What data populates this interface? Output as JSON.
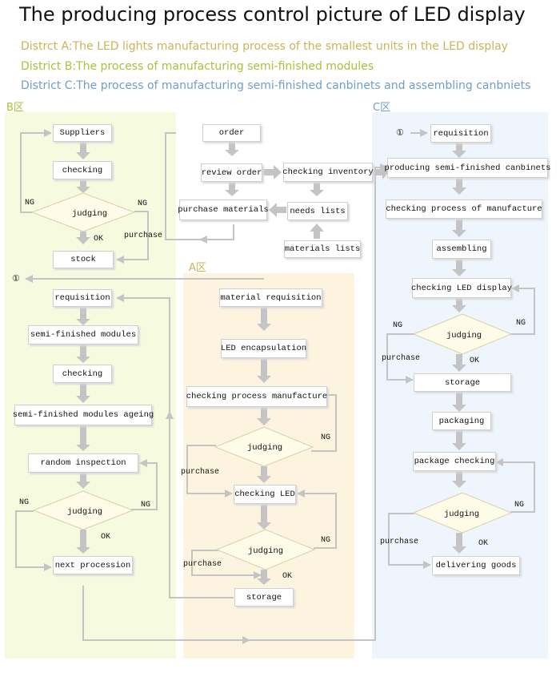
{
  "title": "The producing process control picture of LED display",
  "districts": {
    "a": "Distrct A:The LED lights manufacturing process of the smallest units in the LED display",
    "b": "District B:The process of manufacturing semi-finished modules",
    "c": "District C:The process of manufacturing semi-finished canbinets and assembling canbniets"
  },
  "zones": {
    "b": "B区",
    "a": "A区",
    "c": "C区"
  },
  "colors": {
    "zone_a": "#fdf4df",
    "zone_b": "#f6fadf",
    "zone_c": "#eef5fc",
    "arrow": "#c4c4c4"
  },
  "top": {
    "order": "order",
    "review_order": "review order",
    "checking_inventory": "checking inventory",
    "purchase_materials": "purchase materials",
    "needs_lists": "needs lists",
    "materials_lists": "materials lists"
  },
  "b": {
    "suppliers": "Suppliers",
    "checking1": "checking",
    "judging1": "judging",
    "ng1_left": "NG",
    "ng1_right": "NG",
    "ok1": "OK",
    "purchase1": "purchase",
    "stock": "stock",
    "ref1": "①",
    "requisition": "requisition",
    "semi_modules": "semi-finished modules",
    "checking2": "checking",
    "ageing": "semi-finished modules ageing",
    "random_inspection": "random inspection",
    "judging2": "judging",
    "ng2_left": "NG",
    "ng2_right": "NG",
    "ok2": "OK",
    "next_procession": "next procession"
  },
  "a": {
    "material_requisition": "material requisition",
    "led_encapsulation": "LED encapsulation",
    "checking_process": "checking process manufacture",
    "judging1": "judging",
    "ng1": "NG",
    "purchase1": "purchase",
    "checking_led": "checking LED",
    "judging2": "judging",
    "ng2": "NG",
    "purchase2": "purchase",
    "ok": "OK",
    "storage": "storage"
  },
  "c": {
    "ref1": "①",
    "requisition": "requisition",
    "producing": "producing semi-finished canbinets",
    "checking_process": "checking process of manufacture",
    "assembling": "assembling",
    "checking_display": "checking LED display",
    "judging1": "judging",
    "ng1_left": "NG",
    "ng1_right": "NG",
    "purchase1": "purchase",
    "ok1": "OK",
    "storage": "storage",
    "packaging": "packaging",
    "package_checking": "package checking",
    "judging2": "judging",
    "ng2": "NG",
    "purchase2": "purchase",
    "ok2": "OK",
    "delivering": "delivering goods"
  }
}
